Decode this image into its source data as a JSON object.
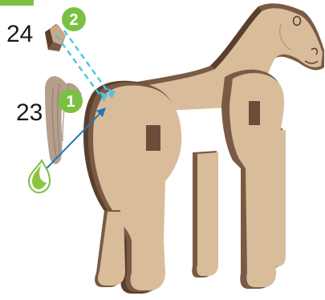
{
  "parts": {
    "part_a": "24",
    "part_b": "23"
  },
  "steps": {
    "step_1": "1",
    "step_2": "2"
  },
  "colors": {
    "wood_face": "#d9bd9a",
    "wood_edge": "#7a5a44",
    "wood_dark": "#5b3f2e",
    "tail": "#b59e8c",
    "badge_green": "#7ac143",
    "arrow_blue": "#1f79b8",
    "guide_cyan": "#4fc3e0",
    "hole": "#6e4b3a"
  },
  "icons": [
    "glue-drop-icon",
    "step-badge-icon"
  ]
}
